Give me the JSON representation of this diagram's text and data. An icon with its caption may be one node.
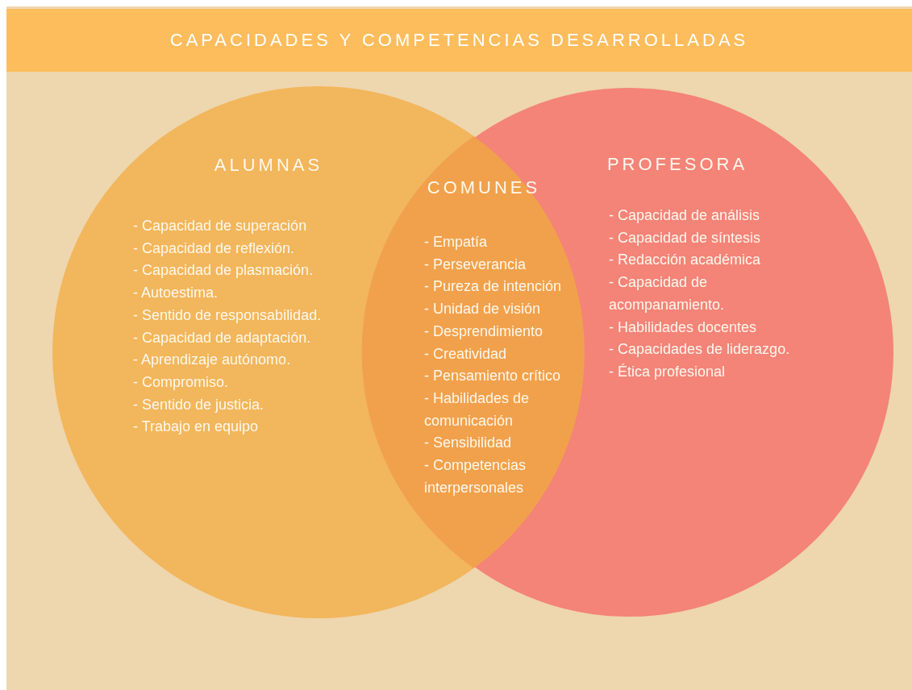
{
  "diagram": {
    "title": "CAPACIDADES Y COMPETENCIAS DESARROLLADAS",
    "nodes": [
      {
        "text": [
          "ALUMNAS",
          "- Capacidad de superación",
          "- Capacidad de reflexión.",
          "- Capacidad de plasmación.",
          "- Autoestima.",
          "- Sentido de responsabilidad.",
          "- Capacidad de adaptación.",
          "- Aprendizaje autónomo.",
          "- Compromiso.",
          "- Sentido de justicia.",
          "- Trabajo en equipo"
        ]
      },
      {
        "text": [
          "COMUNES",
          "- Empatía",
          "- Perseverancia",
          "- Pureza de intención",
          "- Unidad de visión",
          "- Desprendimiento",
          "- Creatividad",
          "- Pensamiento crítico",
          "- Habilidades de comunicación",
          "- Sensibilidad",
          "- Competencias interpersonales"
        ]
      },
      {
        "text": [
          "PROFESORA",
          "- Capacidad de análisis",
          "- Capacidad de síntesis",
          "- Redacción académica",
          "- Capacidad de acompanamiento.",
          "- Habilidades docentes",
          "- Capacidades de liderazgo.",
          "- Ética profesional"
        ]
      }
    ]
  }
}
